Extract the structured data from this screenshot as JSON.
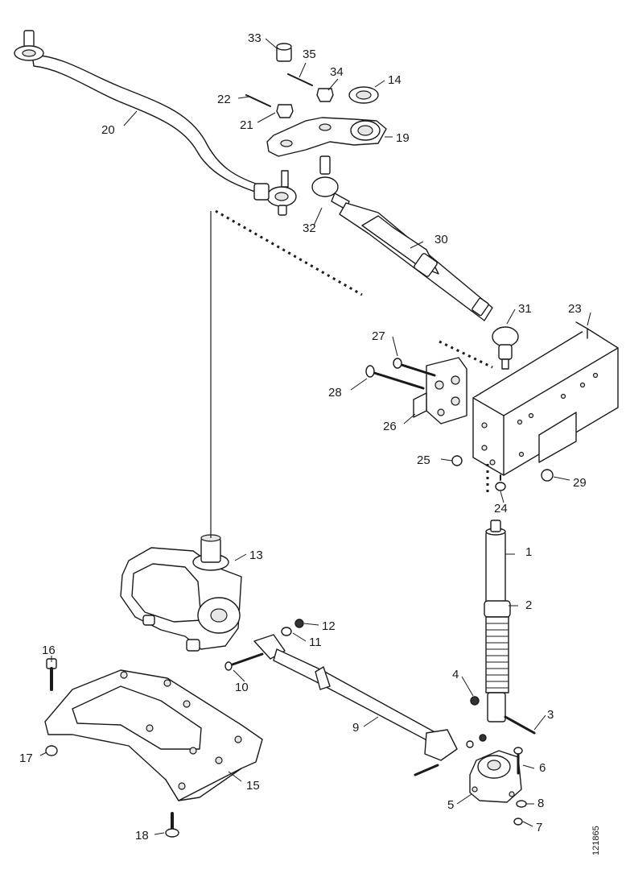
{
  "diagram": {
    "image_code": "121865",
    "callouts": [
      {
        "id": "c1",
        "label": "1"
      },
      {
        "id": "c2",
        "label": "2"
      },
      {
        "id": "c3",
        "label": "3"
      },
      {
        "id": "c4",
        "label": "4"
      },
      {
        "id": "c5",
        "label": "5"
      },
      {
        "id": "c6",
        "label": "6"
      },
      {
        "id": "c7",
        "label": "7"
      },
      {
        "id": "c8",
        "label": "8"
      },
      {
        "id": "c9",
        "label": "9"
      },
      {
        "id": "c10",
        "label": "10"
      },
      {
        "id": "c11",
        "label": "11"
      },
      {
        "id": "c12",
        "label": "12"
      },
      {
        "id": "c13",
        "label": "13"
      },
      {
        "id": "c14",
        "label": "14"
      },
      {
        "id": "c15",
        "label": "15"
      },
      {
        "id": "c16",
        "label": "16"
      },
      {
        "id": "c17",
        "label": "17"
      },
      {
        "id": "c18",
        "label": "18"
      },
      {
        "id": "c19",
        "label": "19"
      },
      {
        "id": "c20",
        "label": "20"
      },
      {
        "id": "c21",
        "label": "21"
      },
      {
        "id": "c22",
        "label": "22"
      },
      {
        "id": "c23",
        "label": "23"
      },
      {
        "id": "c24",
        "label": "24"
      },
      {
        "id": "c25",
        "label": "25"
      },
      {
        "id": "c26",
        "label": "26"
      },
      {
        "id": "c27",
        "label": "27"
      },
      {
        "id": "c28",
        "label": "28"
      },
      {
        "id": "c29",
        "label": "29"
      },
      {
        "id": "c30",
        "label": "30"
      },
      {
        "id": "c31",
        "label": "31"
      },
      {
        "id": "c32",
        "label": "32"
      },
      {
        "id": "c33",
        "label": "33"
      },
      {
        "id": "c34",
        "label": "34"
      },
      {
        "id": "c35",
        "label": "35"
      }
    ]
  }
}
